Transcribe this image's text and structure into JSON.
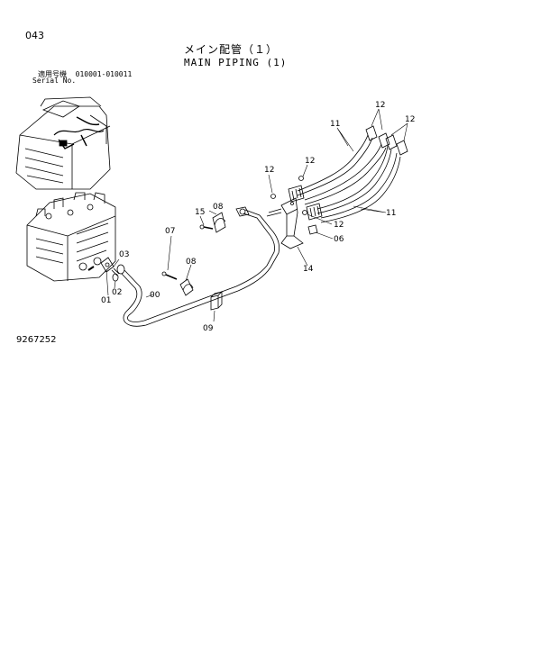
{
  "header": {
    "page_number": "043",
    "title_japanese": "メイン配管（１）",
    "title_english": "MAIN PIPING (1)"
  },
  "serial": {
    "label_japanese": "適用号機",
    "range": "010001-010011",
    "label_english": "Serial No."
  },
  "diagram": {
    "parts": [
      "00",
      "01",
      "02",
      "03",
      "06",
      "07",
      "08",
      "08",
      "09",
      "11",
      "11",
      "12",
      "12",
      "12",
      "12",
      "12",
      "14",
      "15"
    ]
  },
  "footer": {
    "drawing_number": "9267252"
  }
}
